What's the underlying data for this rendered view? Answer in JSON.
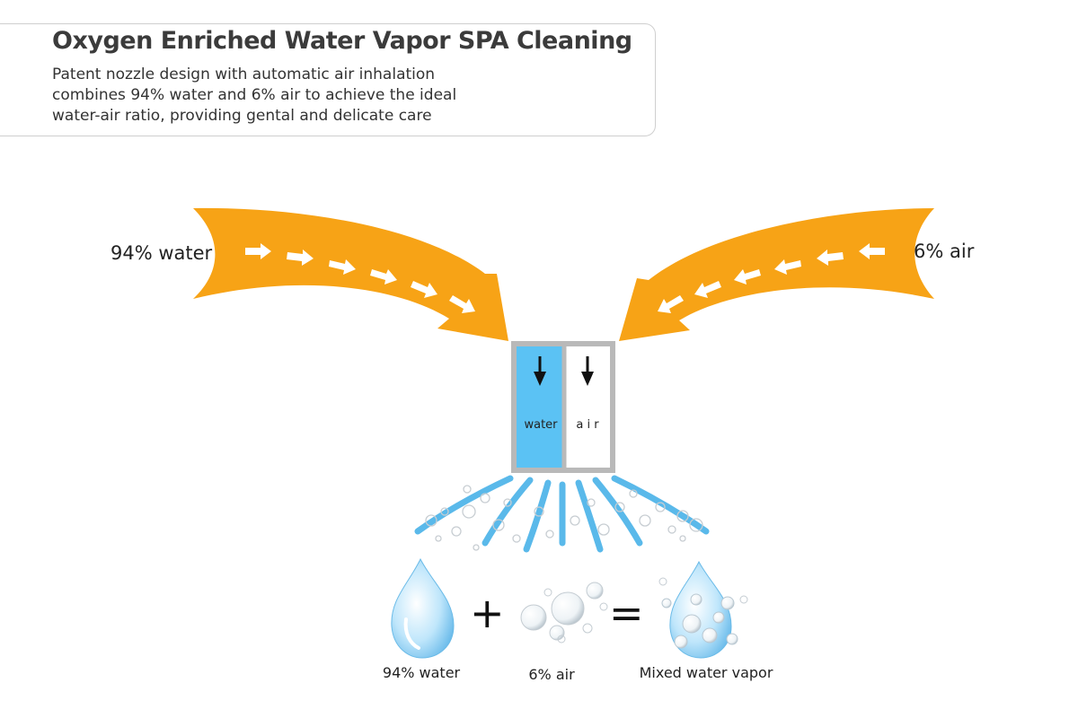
{
  "header": {
    "title": "Oxygen Enriched Water Vapor SPA Cleaning",
    "description_lines": [
      "Patent nozzle design with automatic air inhalation",
      "combines 94% water and 6% air to achieve the ideal",
      "water-air ratio, providing gental and delicate care"
    ]
  },
  "flow": {
    "left_label": "94% water",
    "right_label": "6% air",
    "arrow_color": "#f7a316"
  },
  "nozzle": {
    "water_label": "water",
    "air_label": "a i r",
    "water_color": "#5bc2f4",
    "frame_color": "#b9b9b9"
  },
  "spray_color": "#5ab9ea",
  "equation": {
    "plus": "+",
    "equals": "=",
    "items": [
      {
        "label": "94% water",
        "icon": "water-drop-icon"
      },
      {
        "label": "6% air",
        "icon": "air-bubbles-icon"
      },
      {
        "label": "Mixed water vapor",
        "icon": "mixed-vapor-drop-icon"
      }
    ]
  }
}
